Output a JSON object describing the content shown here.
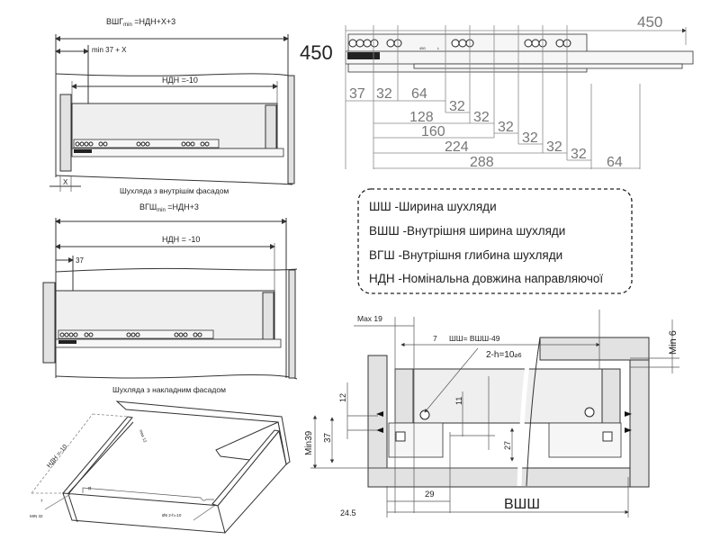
{
  "inset_drawer": {
    "formula_main": "ВШГ",
    "formula_sub": "min",
    "formula_rest": " =НДН+Х+3",
    "min_label": "min 37 + X",
    "ndn_label": "НДН =-10",
    "x_label": "X",
    "caption": "Шухляда з внутрішім фасадом",
    "length": "450"
  },
  "overlay_drawer": {
    "formula_main": "ВГШ",
    "formula_sub": "min",
    "formula_rest": " =НДН+3",
    "ndn_label": "НДН = -10",
    "offset_label": "37",
    "caption": "Шухляда з накладним фасадом"
  },
  "iso_drawer": {
    "ndn_label": "НДН =-10",
    "max_label": "max 12",
    "h_label": "11",
    "seven_label": "7",
    "min_label": "MIN 32",
    "hole_label": "Ø6 2-h=10"
  },
  "rail": {
    "length": "450",
    "rail_mark": "450",
    "rail_mark_l": "L",
    "dims": {
      "d37": "37",
      "d32a": "32",
      "d64a": "64",
      "d32b": "32",
      "d128": "128",
      "d32c": "32",
      "d160": "160",
      "d32d": "32",
      "d224": "224",
      "d32e": "32",
      "d288": "288",
      "d32f": "32",
      "d32g": "32",
      "d64b": "64"
    }
  },
  "legend": {
    "items": [
      "ШШ -Ширина шухляди",
      "ВШШ -Внутрішня ширина шухляди",
      "ВГШ -Внутрішня глибина шухляди",
      "НДН -Номінальна довжина направляючої"
    ]
  },
  "section": {
    "max19": "Max 19",
    "seven": "7",
    "width_formula": "ШШ= ВШШ-49",
    "hole": "2-h=10",
    "hole_dia": "⌀6",
    "min6": "Min 6",
    "d12": "12",
    "d11": "11",
    "d27": "27",
    "d37": "37",
    "min39": "Min39",
    "d29": "29",
    "d245": "24.5",
    "vshsh": "ВШШ"
  }
}
